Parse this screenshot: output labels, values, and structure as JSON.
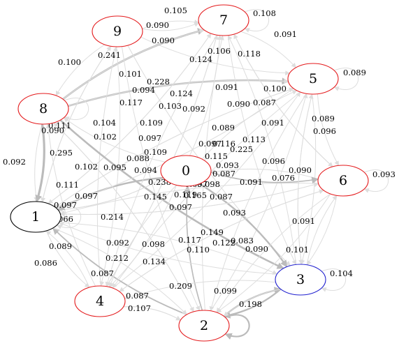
{
  "colors": {
    "red": "#e41a1c",
    "blue": "#1f1fcf",
    "black": "#000000",
    "edge_light": "#dddddd",
    "edge_strong": "#bbbbbb"
  },
  "nodes": [
    {
      "id": "0",
      "label": "0",
      "color": "red"
    },
    {
      "id": "1",
      "label": "1",
      "color": "black"
    },
    {
      "id": "2",
      "label": "2",
      "color": "red"
    },
    {
      "id": "3",
      "label": "3",
      "color": "blue"
    },
    {
      "id": "4",
      "label": "4",
      "color": "red"
    },
    {
      "id": "5",
      "label": "5",
      "color": "red"
    },
    {
      "id": "6",
      "label": "6",
      "color": "red"
    },
    {
      "id": "7",
      "label": "7",
      "color": "red"
    },
    {
      "id": "8",
      "label": "8",
      "color": "red"
    },
    {
      "id": "9",
      "label": "9",
      "color": "red"
    }
  ],
  "edges": [
    {
      "from": "9",
      "to": "7",
      "weight": "0.105"
    },
    {
      "from": "9",
      "to": "7",
      "weight": "0.090"
    },
    {
      "from": "7",
      "to": "7",
      "weight": "0.108"
    },
    {
      "from": "7",
      "to": "5",
      "weight": "0.091"
    },
    {
      "from": "9",
      "to": "5",
      "weight": "0.090"
    },
    {
      "from": "8",
      "to": "7",
      "weight": "0.241"
    },
    {
      "from": "9",
      "to": "8",
      "weight": "0.100"
    },
    {
      "from": "8",
      "to": "7",
      "weight": "0.106"
    },
    {
      "from": "7",
      "to": "6",
      "weight": "0.118"
    },
    {
      "from": "8",
      "to": "7",
      "weight": "0.124"
    },
    {
      "from": "9",
      "to": "2",
      "weight": "0.101"
    },
    {
      "from": "8",
      "to": "5",
      "weight": "0.228"
    },
    {
      "from": "5",
      "to": "5",
      "weight": "0.089"
    },
    {
      "from": "8",
      "to": "5",
      "weight": "0.094"
    },
    {
      "from": "1",
      "to": "7",
      "weight": "0.124"
    },
    {
      "from": "0",
      "to": "5",
      "weight": "0.091"
    },
    {
      "from": "2",
      "to": "5",
      "weight": "0.100"
    },
    {
      "from": "4",
      "to": "8",
      "weight": "0.117"
    },
    {
      "from": "8",
      "to": "3",
      "weight": "0.103"
    },
    {
      "from": "1",
      "to": "5",
      "weight": "0.092"
    },
    {
      "from": "0",
      "to": "7",
      "weight": "0.090"
    },
    {
      "from": "3",
      "to": "5",
      "weight": "0.087"
    },
    {
      "from": "8",
      "to": "1",
      "weight": "0.111"
    },
    {
      "from": "4",
      "to": "9",
      "weight": "0.104"
    },
    {
      "from": "9",
      "to": "3",
      "weight": "0.109"
    },
    {
      "from": "2",
      "to": "7",
      "weight": "0.089"
    },
    {
      "from": "5",
      "to": "6",
      "weight": "0.089"
    },
    {
      "from": "8",
      "to": "8",
      "weight": "0.090"
    },
    {
      "from": "4",
      "to": "5",
      "weight": "0.091"
    },
    {
      "from": "5",
      "to": "3",
      "weight": "0.096"
    },
    {
      "from": "1",
      "to": "8",
      "weight": "0.092"
    },
    {
      "from": "1",
      "to": "9",
      "weight": "0.102"
    },
    {
      "from": "9",
      "to": "1",
      "weight": "0.097"
    },
    {
      "from": "6",
      "to": "7",
      "weight": "0.097"
    },
    {
      "from": "3",
      "to": "7",
      "weight": "0.116"
    },
    {
      "from": "0",
      "to": "3",
      "weight": "0.225"
    },
    {
      "from": "7",
      "to": "3",
      "weight": "0.113"
    },
    {
      "from": "8",
      "to": "1",
      "weight": "0.295"
    },
    {
      "from": "1",
      "to": "0",
      "weight": "0.109"
    },
    {
      "from": "0",
      "to": "8",
      "weight": "0.088"
    },
    {
      "from": "6",
      "to": "0",
      "weight": "0.115"
    },
    {
      "from": "2",
      "to": "0",
      "weight": "0.093"
    },
    {
      "from": "5",
      "to": "1",
      "weight": "0.087"
    },
    {
      "from": "4",
      "to": "6",
      "weight": "0.096"
    },
    {
      "from": "6",
      "to": "6",
      "weight": "0.093"
    },
    {
      "from": "3",
      "to": "6",
      "weight": "0.090"
    },
    {
      "from": "1",
      "to": "6",
      "weight": "0.076"
    },
    {
      "from": "9",
      "to": "4",
      "weight": "0.102"
    },
    {
      "from": "2",
      "to": "8",
      "weight": "0.095"
    },
    {
      "from": "7",
      "to": "1",
      "weight": "0.094"
    },
    {
      "from": "8",
      "to": "3",
      "weight": "0.238"
    },
    {
      "from": "0",
      "to": "1",
      "weight": "0.097"
    },
    {
      "from": "1",
      "to": "1",
      "weight": "0.111"
    },
    {
      "from": "6",
      "to": "1",
      "weight": "0.097"
    },
    {
      "from": "4",
      "to": "7",
      "weight": "0.097"
    },
    {
      "from": "2",
      "to": "1",
      "weight": "0.165"
    },
    {
      "from": "0",
      "to": "1",
      "weight": "0.214"
    },
    {
      "from": "2",
      "to": "0",
      "weight": "0.145"
    },
    {
      "from": "0",
      "to": "4",
      "weight": "0.097"
    },
    {
      "from": "6",
      "to": "2",
      "weight": "0.119"
    },
    {
      "from": "5",
      "to": "2",
      "weight": "0.087"
    },
    {
      "from": "1",
      "to": "3",
      "weight": "0.091"
    },
    {
      "from": "6",
      "to": "1",
      "weight": "0.093"
    },
    {
      "from": "3",
      "to": "1",
      "weight": "0.066"
    },
    {
      "from": "0",
      "to": "6",
      "weight": "0.149"
    },
    {
      "from": "1",
      "to": "2",
      "weight": "0.098"
    },
    {
      "from": "4",
      "to": "1",
      "weight": "0.089"
    },
    {
      "from": "8",
      "to": "2",
      "weight": "0.086"
    },
    {
      "from": "5",
      "to": "4",
      "weight": "0.092"
    },
    {
      "from": "0",
      "to": "4",
      "weight": "0.117"
    },
    {
      "from": "7",
      "to": "4",
      "weight": "0.098"
    },
    {
      "from": "3",
      "to": "2",
      "weight": "0.212"
    },
    {
      "from": "6",
      "to": "4",
      "weight": "0.110"
    },
    {
      "from": "5",
      "to": "1",
      "weight": "0.122"
    },
    {
      "from": "6",
      "to": "2",
      "weight": "0.083"
    },
    {
      "from": "6",
      "to": "3",
      "weight": "0.090"
    },
    {
      "from": "5",
      "to": "3",
      "weight": "0.091"
    },
    {
      "from": "7",
      "to": "4",
      "weight": "0.101"
    },
    {
      "from": "1",
      "to": "4",
      "weight": "0.134"
    },
    {
      "from": "4",
      "to": "2",
      "weight": "0.087"
    },
    {
      "from": "3",
      "to": "4",
      "weight": "0.087"
    },
    {
      "from": "2",
      "to": "3",
      "weight": "0.209"
    },
    {
      "from": "3",
      "to": "3",
      "weight": "0.099"
    },
    {
      "from": "4",
      "to": "2",
      "weight": "0.104"
    },
    {
      "from": "3",
      "to": "2",
      "weight": "0.107"
    },
    {
      "from": "2",
      "to": "2",
      "weight": "0.198"
    }
  ]
}
